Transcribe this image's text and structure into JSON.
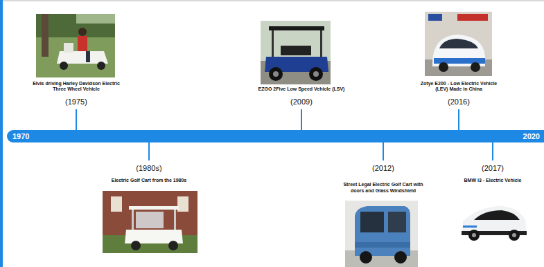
{
  "diagram": {
    "nodes": [
      {
        "text": [
          "1970",
          "2020"
        ]
      }
    ],
    "labels": [
      "Elvis driving Harley Davidson Electric Three Wheel Vehicle",
      "(1975)",
      "EZGO 2Five Low Speed Vehicle (LSV)",
      "(2009)",
      "Zotye E200 - Low Electric Vehicle (LEV) Made in China",
      "(2016)",
      "(1980s)",
      "Electric Golf Cart from the 1980s",
      "(2012)",
      "Street Legal Electric Golf Cart with doors and Glass Windshield",
      "(2017)",
      "BMW i3 - Electric Vehicle"
    ]
  }
}
